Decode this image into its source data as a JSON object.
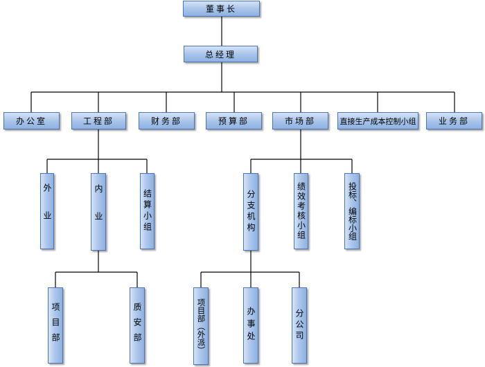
{
  "org": {
    "chairman": "董事长",
    "general_manager": "总经理",
    "office": "办公室",
    "engineering": "工程部",
    "finance": "财务部",
    "budget": "预算部",
    "market": "市场部",
    "cost_control": "直接生产成本控制小组",
    "business": "业务部",
    "eng_external": "外业",
    "eng_internal": "内业",
    "eng_settlement": "结算小组",
    "project_dept": "项目部",
    "quality_safety": "质安部",
    "branch_org": "分支机构",
    "performance_group": "绩效考核小组",
    "bidding_group": "投标、编标小组",
    "project_dept_dispatched": "项目部（外派）",
    "office_branch": "办事处",
    "subsidiary": "分公司"
  }
}
